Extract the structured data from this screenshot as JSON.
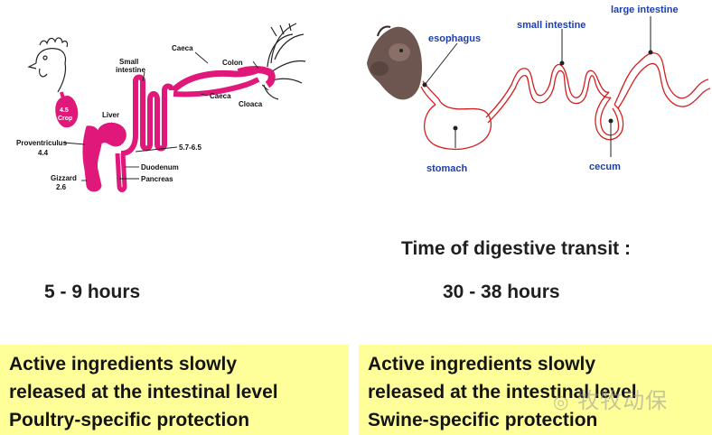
{
  "poultry_diagram": {
    "labels": {
      "caeca_top": "Caeca",
      "colon": "Colon",
      "small_intestine_line1": "Small",
      "small_intestine_line2": "intestine",
      "caeca_bottom": "Caeca",
      "liver": "Liver",
      "cloaca": "Cloaca",
      "crop_value": "4.5",
      "crop": "Crop",
      "proventriculus": "Proventriculus",
      "proventriculus_value": "4.4",
      "small_intestine_value": "5.7-6.5",
      "duodenum": "Duodenum",
      "gizzard": "Gizzard",
      "gizzard_value": "2.6",
      "pancreas": "Pancreas"
    }
  },
  "swine_diagram": {
    "labels": {
      "esophagus": "esophagus",
      "small_intestine": "small intestine",
      "large_intestine": "large intestine",
      "stomach": "stomach",
      "cecum": "cecum"
    }
  },
  "transit": {
    "heading": "Time of digestive transit :",
    "poultry_hours": "5 - 9 hours",
    "swine_hours": "30 - 38 hours"
  },
  "poultry_box": {
    "line1": "Active ingredients slowly",
    "line2": "released at the intestinal level",
    "line3": "Poultry-specific protection"
  },
  "swine_box": {
    "line1": "Active ingredients slowly",
    "line2": "released at the intestinal level",
    "line3": "Swine-specific protection"
  },
  "watermark": {
    "text": "牧牧动保"
  },
  "colors": {
    "organ_magenta": "#e0187a",
    "outline_red": "#d42020",
    "label_blue": "#1a3fb0",
    "box_yellow": "#ffff99"
  }
}
